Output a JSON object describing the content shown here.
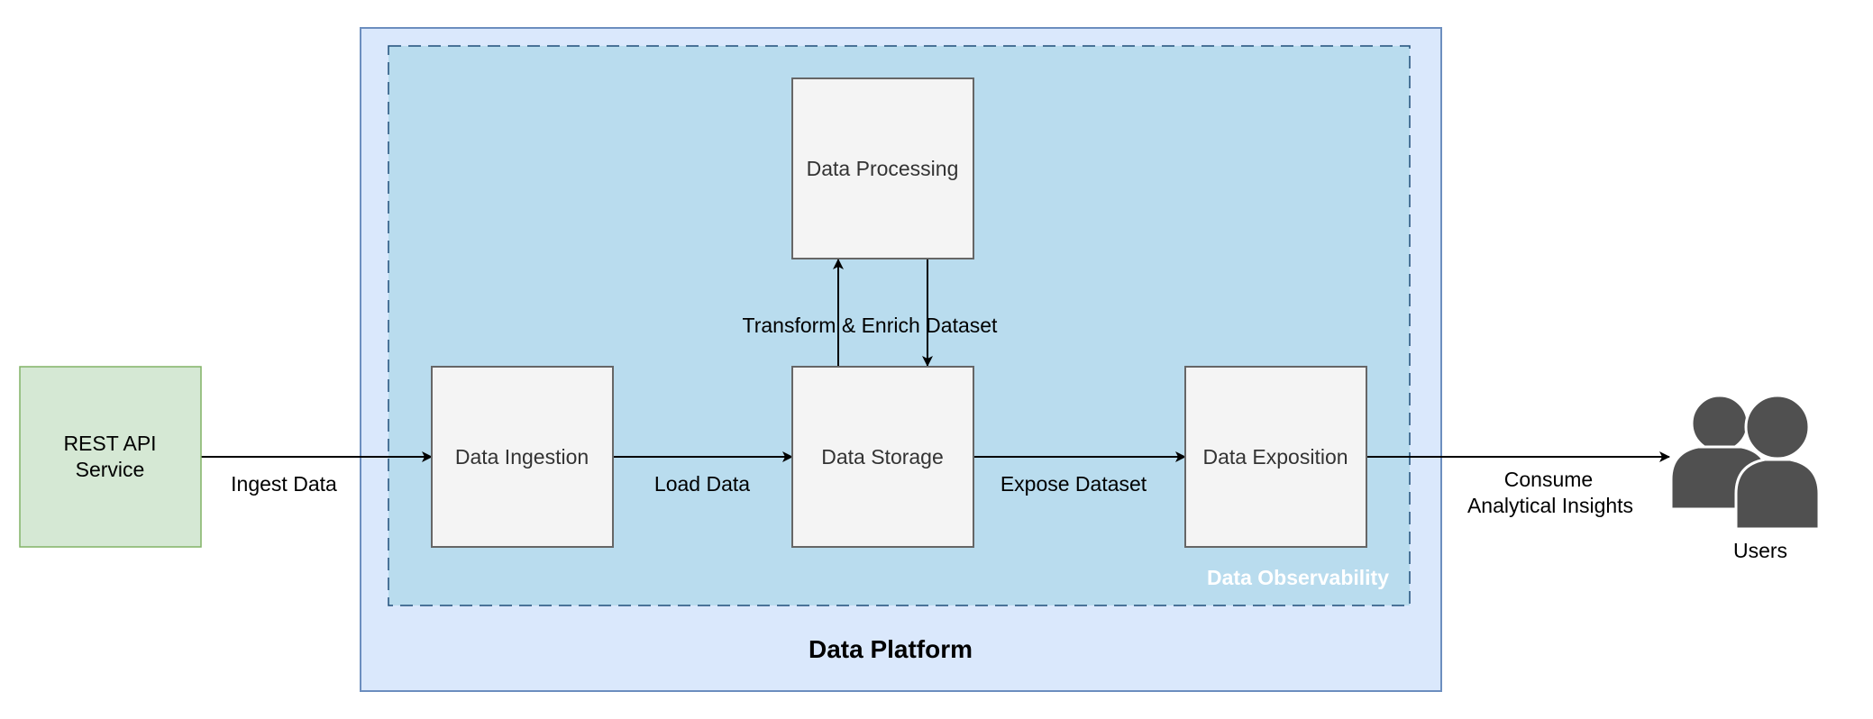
{
  "platform": {
    "title": "Data Platform"
  },
  "observability": {
    "title": "Data Observability"
  },
  "nodes": {
    "rest_api": {
      "line1": "REST API",
      "line2": "Service"
    },
    "ingestion": {
      "label": "Data Ingestion"
    },
    "storage": {
      "label": "Data Storage"
    },
    "processing": {
      "label": "Data Processing"
    },
    "exposition": {
      "label": "Data Exposition"
    },
    "users": {
      "label": "Users"
    }
  },
  "edges": {
    "ingest": "Ingest Data",
    "load": "Load Data",
    "transform": "Transform & Enrich Dataset",
    "expose": "Expose Dataset",
    "consume_line1": "Consume",
    "consume_line2": "Analytical Insights"
  },
  "colors": {
    "platform_fill": "#dae8fc",
    "platform_stroke": "#6c8ebf",
    "observability_fill": "#b9dcee",
    "observability_stroke": "#1f4e79",
    "node_fill": "#f4f4f4",
    "node_stroke": "#666666",
    "source_fill": "#d5e8d4",
    "source_stroke": "#82b366",
    "users_fill": "#505050"
  }
}
